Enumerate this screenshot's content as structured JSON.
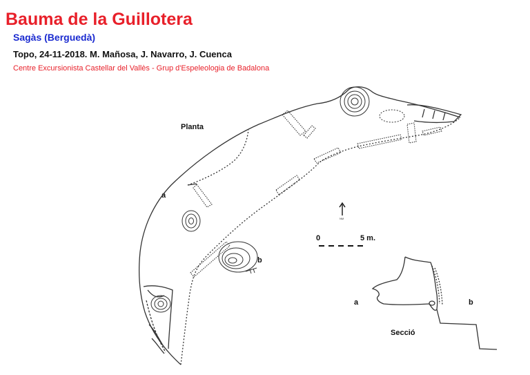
{
  "header": {
    "title": "Bauma de la Guillotera",
    "subtitle": "Sagàs (Berguedà)",
    "topo": "Topo, 24-11-2018. M. Mañosa, J. Navarro, J. Cuenca",
    "club": "Centre Excursionista Castellar del Vallès - Grup d'Espeleologia de Badalona"
  },
  "plan": {
    "label": "Planta",
    "point_a": "a",
    "point_b": "b",
    "north": "NM"
  },
  "scale": {
    "start": "0",
    "end": "5 m."
  },
  "section": {
    "label": "Secció",
    "point_a": "a",
    "point_b": "b"
  },
  "colors": {
    "title": "#e8202a",
    "subtitle": "#1a2ad0",
    "club": "#e8202a",
    "line": "#333333"
  }
}
